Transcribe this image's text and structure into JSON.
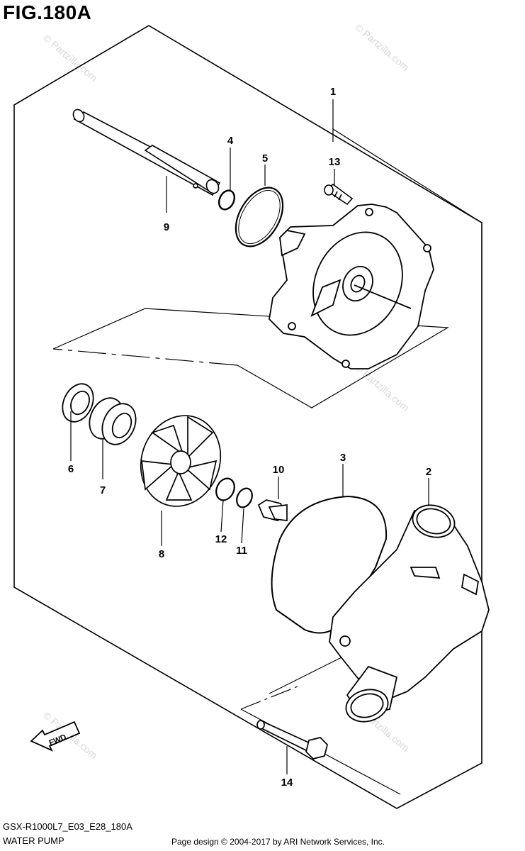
{
  "figure": {
    "title": "FIG.180A",
    "model_code": "GSX-R1000L7_E03_E28_180A",
    "subtitle": "WATER PUMP",
    "copyright": "Page design © 2004-2017 by ARI Network Services, Inc."
  },
  "callouts": {
    "c1": "1",
    "c2": "2",
    "c3": "3",
    "c4": "4",
    "c5": "5",
    "c6": "6",
    "c7": "7",
    "c8": "8",
    "c9": "9",
    "c10": "10",
    "c11": "11",
    "c12": "12",
    "c13": "13",
    "c14": "14"
  },
  "fwd_label": "FWD",
  "watermark_text": "© Partzilla.com"
}
